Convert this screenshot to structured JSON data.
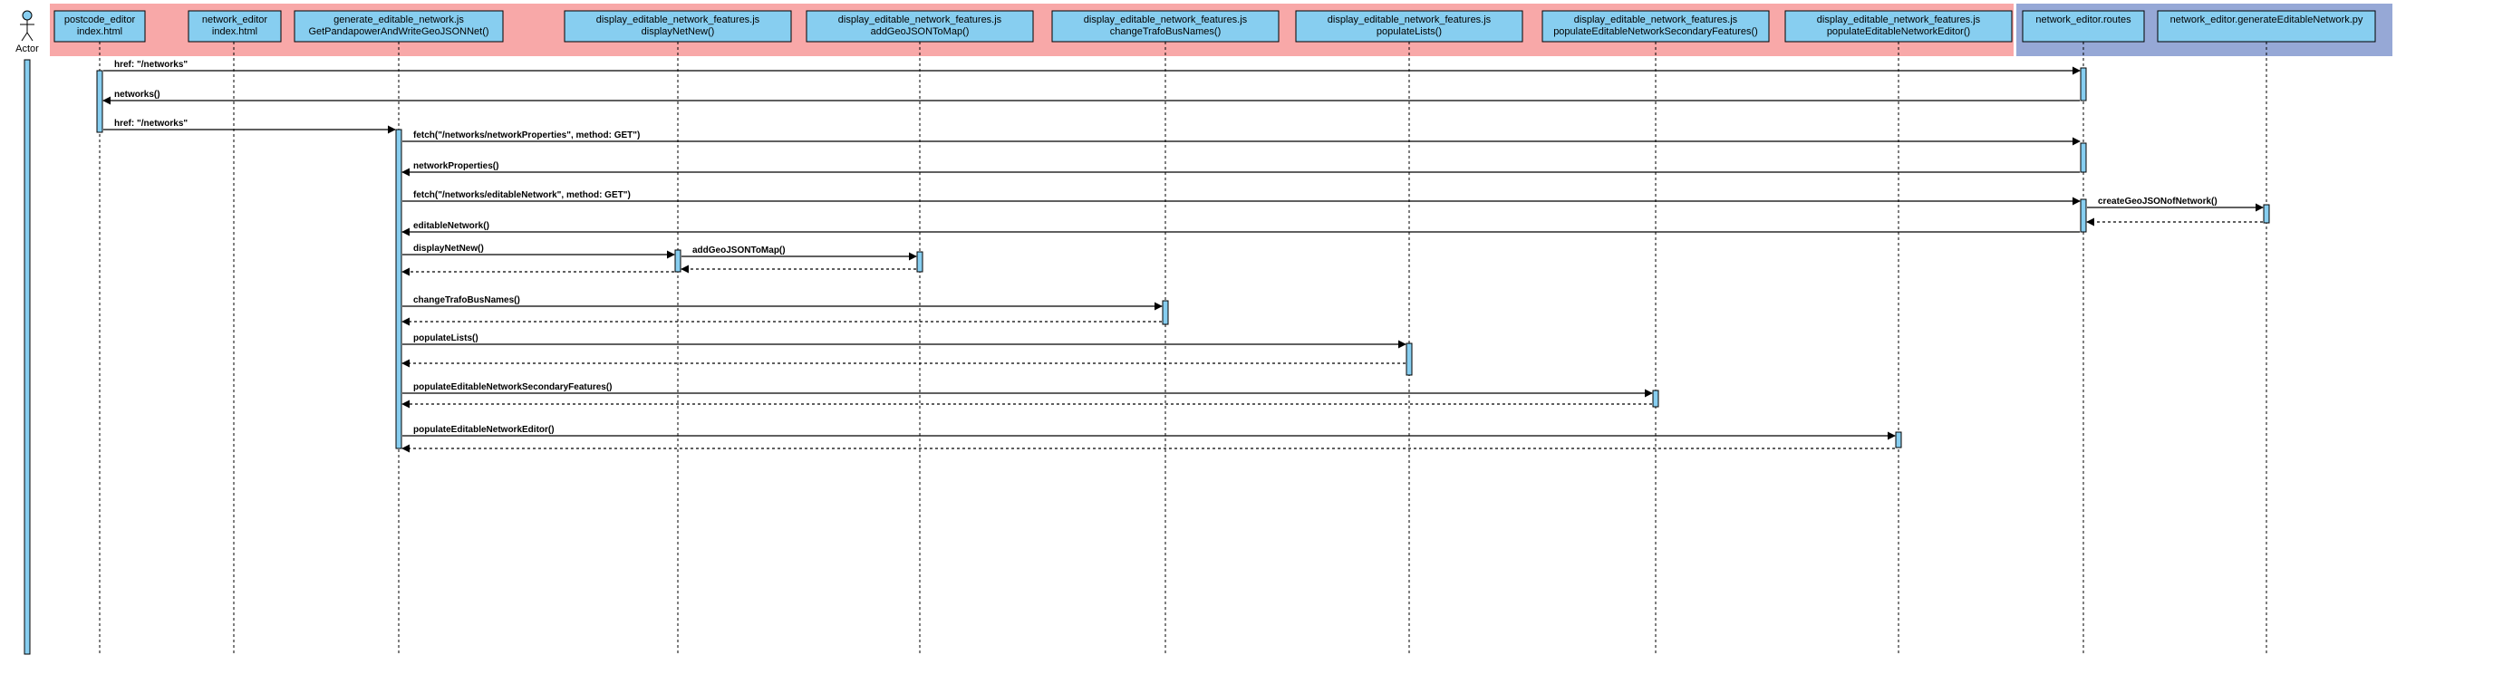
{
  "diagram": {
    "type": "sequence",
    "colors": {
      "frontend_band": "#f8a8a8",
      "backend_band": "#96a8d6",
      "participant_fill": "#87cef0",
      "activation_fill": "#87cef0",
      "line": "#000000"
    },
    "actor": {
      "label": "Actor"
    },
    "participants": [
      {
        "id": "postcode",
        "line1": "postcode_editor",
        "line2": "index.html"
      },
      {
        "id": "netedit",
        "line1": "network_editor",
        "line2": "index.html"
      },
      {
        "id": "gen",
        "line1": "generate_editable_network.js",
        "line2": "GetPandapowerAndWriteGeoJSONNet()"
      },
      {
        "id": "dispnew",
        "line1": "display_editable_network_features.js",
        "line2": "displayNetNew()"
      },
      {
        "id": "addgeo",
        "line1": "display_editable_network_features.js",
        "line2": "addGeoJSONToMap()"
      },
      {
        "id": "trafo",
        "line1": "display_editable_network_features.js",
        "line2": "changeTrafoBusNames()"
      },
      {
        "id": "poplists",
        "line1": "display_editable_network_features.js",
        "line2": "populateLists()"
      },
      {
        "id": "popsec",
        "line1": "display_editable_network_features.js",
        "line2": "populateEditableNetworkSecondaryFeatures()"
      },
      {
        "id": "popedit",
        "line1": "display_editable_network_features.js",
        "line2": "populateEditableNetworkEditor()"
      },
      {
        "id": "routes",
        "line1": "network_editor.routes",
        "line2": ""
      },
      {
        "id": "genpy",
        "line1": "network_editor.generateEditableNetwork.py",
        "line2": ""
      }
    ],
    "messages": [
      {
        "from": "postcode",
        "to": "routes",
        "label": "href: \"/networks\"",
        "dashed": false
      },
      {
        "from": "routes",
        "to": "postcode",
        "label": "networks()",
        "dashed": false
      },
      {
        "from": "postcode",
        "to": "gen",
        "label": "href: \"/networks\"",
        "dashed": false
      },
      {
        "from": "gen",
        "to": "routes",
        "label": "fetch(\"/networks/networkProperties\", method: GET\")",
        "dashed": false
      },
      {
        "from": "routes",
        "to": "gen",
        "label": "networkProperties()",
        "dashed": false
      },
      {
        "from": "gen",
        "to": "routes",
        "label": "fetch(\"/networks/editableNetwork\", method: GET\")",
        "dashed": false
      },
      {
        "from": "routes",
        "to": "genpy",
        "label": "createGeoJSONofNetwork()",
        "dashed": false
      },
      {
        "from": "genpy",
        "to": "routes",
        "label": "",
        "dashed": true
      },
      {
        "from": "routes",
        "to": "gen",
        "label": "editableNetwork()",
        "dashed": false
      },
      {
        "from": "gen",
        "to": "dispnew",
        "label": "displayNetNew()",
        "dashed": false
      },
      {
        "from": "dispnew",
        "to": "addgeo",
        "label": "addGeoJSONToMap()",
        "dashed": false
      },
      {
        "from": "addgeo",
        "to": "dispnew",
        "label": "",
        "dashed": true
      },
      {
        "from": "dispnew",
        "to": "gen",
        "label": "",
        "dashed": true
      },
      {
        "from": "gen",
        "to": "trafo",
        "label": "changeTrafoBusNames()",
        "dashed": false
      },
      {
        "from": "trafo",
        "to": "gen",
        "label": "",
        "dashed": true
      },
      {
        "from": "gen",
        "to": "poplists",
        "label": "populateLists()",
        "dashed": false
      },
      {
        "from": "poplists",
        "to": "gen",
        "label": "",
        "dashed": true
      },
      {
        "from": "gen",
        "to": "popsec",
        "label": "populateEditableNetworkSecondaryFeatures()",
        "dashed": false
      },
      {
        "from": "popsec",
        "to": "gen",
        "label": "",
        "dashed": true
      },
      {
        "from": "gen",
        "to": "popedit",
        "label": "populateEditableNetworkEditor()",
        "dashed": false
      },
      {
        "from": "popedit",
        "to": "gen",
        "label": "",
        "dashed": true
      }
    ]
  }
}
